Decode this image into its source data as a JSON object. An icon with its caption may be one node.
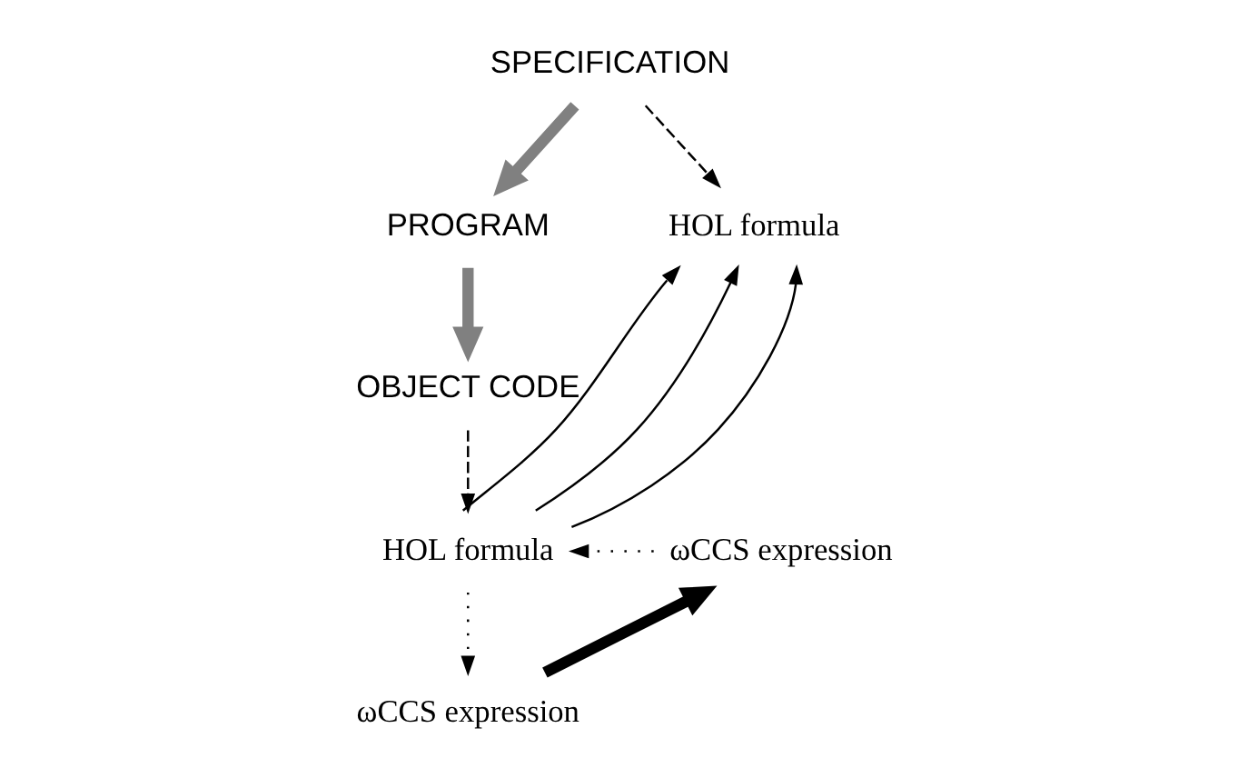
{
  "diagram": {
    "nodes": [
      {
        "text": [
          "SPECIFICATION"
        ]
      },
      {
        "text": [
          "PROGRAM"
        ]
      },
      {
        "text": [
          "OBJECT CODE"
        ]
      },
      {
        "text": [
          "HOL formula"
        ]
      },
      {
        "text": [
          "HOL formula"
        ]
      },
      {
        "text": [
          "ωCCS expression"
        ]
      },
      {
        "text": [
          "ωCCS expression"
        ]
      }
    ],
    "edges": [
      {
        "from": 0,
        "to": 1,
        "arrow": "to",
        "style": "thick",
        "color": "#808080"
      },
      {
        "from": 1,
        "to": 2,
        "arrow": "to",
        "style": "thick",
        "color": "#808080"
      },
      {
        "from": 0,
        "to": 3,
        "arrow": "to",
        "style": "dashed"
      },
      {
        "from": 4,
        "to": 3,
        "arrow": "to"
      },
      {
        "from": 4,
        "to": 3,
        "arrow": "to"
      },
      {
        "from": 4,
        "to": 3,
        "arrow": "to"
      },
      {
        "from": 2,
        "to": 4,
        "arrow": "to",
        "style": "dashed"
      },
      {
        "from": 5,
        "to": 4,
        "arrow": "to",
        "style": "dashed"
      },
      {
        "from": 4,
        "to": 6,
        "arrow": "to",
        "style": "dashed"
      },
      {
        "from": 6,
        "to": 5,
        "arrow": "to",
        "style": "thick"
      }
    ]
  }
}
